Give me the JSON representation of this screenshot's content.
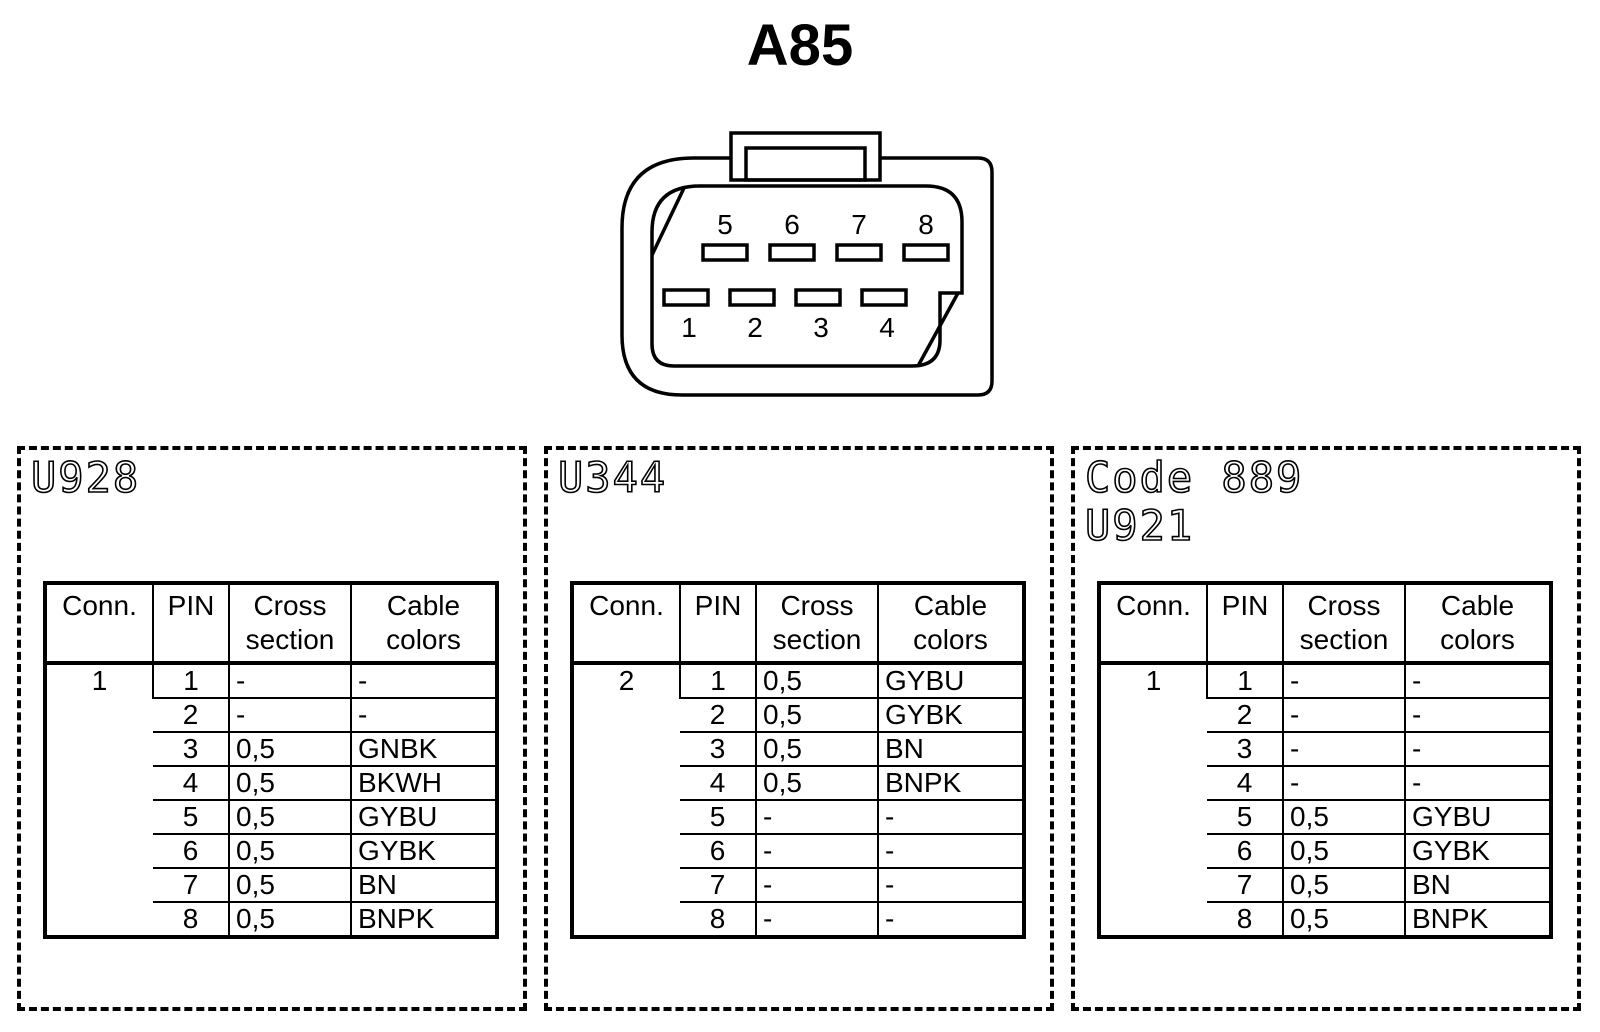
{
  "connector": {
    "title": "A85",
    "top_pins": [
      "5",
      "6",
      "7",
      "8"
    ],
    "bottom_pins": [
      "1",
      "2",
      "3",
      "4"
    ]
  },
  "table_headers": {
    "conn": "Conn.",
    "pin": "PIN",
    "cross_section": [
      "Cross",
      "section"
    ],
    "cable_colors": [
      "Cable",
      "colors"
    ]
  },
  "variants": [
    {
      "codes": [
        "U928"
      ],
      "conn": "1",
      "rows": [
        {
          "pin": "1",
          "cross_section": "-",
          "color": "-"
        },
        {
          "pin": "2",
          "cross_section": "-",
          "color": "-"
        },
        {
          "pin": "3",
          "cross_section": "0,5",
          "color": "GNBK"
        },
        {
          "pin": "4",
          "cross_section": "0,5",
          "color": "BKWH"
        },
        {
          "pin": "5",
          "cross_section": "0,5",
          "color": "GYBU"
        },
        {
          "pin": "6",
          "cross_section": "0,5",
          "color": "GYBK"
        },
        {
          "pin": "7",
          "cross_section": "0,5",
          "color": "BN"
        },
        {
          "pin": "8",
          "cross_section": "0,5",
          "color": "BNPK"
        }
      ]
    },
    {
      "codes": [
        "U344"
      ],
      "conn": "2",
      "rows": [
        {
          "pin": "1",
          "cross_section": "0,5",
          "color": "GYBU"
        },
        {
          "pin": "2",
          "cross_section": "0,5",
          "color": "GYBK"
        },
        {
          "pin": "3",
          "cross_section": "0,5",
          "color": "BN"
        },
        {
          "pin": "4",
          "cross_section": "0,5",
          "color": "BNPK"
        },
        {
          "pin": "5",
          "cross_section": "-",
          "color": "-"
        },
        {
          "pin": "6",
          "cross_section": "-",
          "color": "-"
        },
        {
          "pin": "7",
          "cross_section": "-",
          "color": "-"
        },
        {
          "pin": "8",
          "cross_section": "-",
          "color": "-"
        }
      ]
    },
    {
      "codes": [
        "Code 889",
        "U921"
      ],
      "conn": "1",
      "rows": [
        {
          "pin": "1",
          "cross_section": "-",
          "color": "-"
        },
        {
          "pin": "2",
          "cross_section": "-",
          "color": "-"
        },
        {
          "pin": "3",
          "cross_section": "-",
          "color": "-"
        },
        {
          "pin": "4",
          "cross_section": "-",
          "color": "-"
        },
        {
          "pin": "5",
          "cross_section": "0,5",
          "color": "GYBU"
        },
        {
          "pin": "6",
          "cross_section": "0,5",
          "color": "GYBK"
        },
        {
          "pin": "7",
          "cross_section": "0,5",
          "color": "BN"
        },
        {
          "pin": "8",
          "cross_section": "0,5",
          "color": "BNPK"
        }
      ]
    }
  ]
}
